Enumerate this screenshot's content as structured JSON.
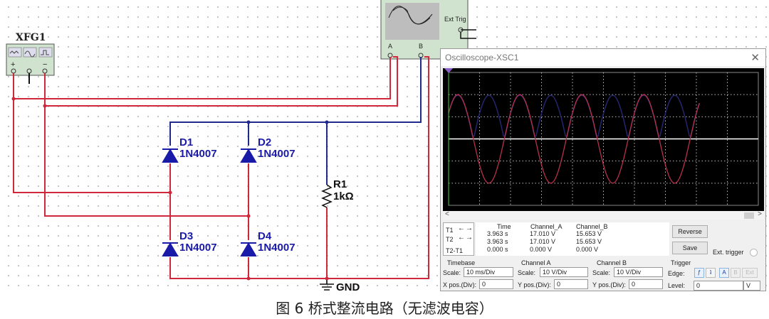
{
  "schematic": {
    "generator": {
      "name": "XFG1",
      "plus": "+",
      "minus": "−"
    },
    "diodes": [
      {
        "ref": "D1",
        "model": "1N4007"
      },
      {
        "ref": "D2",
        "model": "1N4007"
      },
      {
        "ref": "D3",
        "model": "1N4007"
      },
      {
        "ref": "D4",
        "model": "1N4007"
      }
    ],
    "resistor": {
      "ref": "R1",
      "value": "1kΩ"
    },
    "ground": "GND",
    "scope_icon": {
      "ext_trig": "Ext Trig",
      "a": "A",
      "b": "B"
    },
    "colors": {
      "wire_red": "#d0283a",
      "wire_blue": "#1f2a8c",
      "component": "#1a1aa8"
    }
  },
  "oscilloscope": {
    "title": "Oscilloscope-XSC1",
    "close": "✕",
    "traces": {
      "channel_a": {
        "shape": "sine",
        "peak_v": 20,
        "period_ms": 20,
        "color": "#b8304a"
      },
      "channel_b": {
        "shape": "full-wave rectified sine",
        "peak_v": 20,
        "period_ms": 20,
        "color": "#25256e"
      }
    },
    "cursors": {
      "rows": [
        "T1",
        "T2",
        "T2-T1"
      ],
      "headers": [
        "Time",
        "Channel_A",
        "Channel_B"
      ],
      "values": [
        [
          "3.963 s",
          "17.010 V",
          "15.653 V"
        ],
        [
          "3.963 s",
          "17.010 V",
          "15.653 V"
        ],
        [
          "0.000 s",
          "0.000 V",
          "0.000 V"
        ]
      ]
    },
    "buttons": {
      "reverse": "Reverse",
      "save": "Save"
    },
    "ext_trigger": "Ext. trigger",
    "timebase": {
      "title": "Timebase",
      "scale_label": "Scale:",
      "scale": "10 ms/Div",
      "pos_label": "X pos.(Div):",
      "pos": "0"
    },
    "channel_a": {
      "title": "Channel A",
      "scale_label": "Scale:",
      "scale": "10  V/Div",
      "pos_label": "Y pos.(Div):",
      "pos": "0"
    },
    "channel_b": {
      "title": "Channel B",
      "scale_label": "Scale:",
      "scale": "10  V/Div",
      "pos_label": "Y pos.(Div):",
      "pos": "0"
    },
    "trigger": {
      "title": "Trigger",
      "edge_label": "Edge:",
      "edge_buttons": [
        "ƒ",
        "ʇ",
        "A",
        "B",
        "Ext"
      ],
      "level_label": "Level:",
      "level": "0",
      "unit": "V"
    }
  },
  "caption": "图 6  桥式整流电路（无滤波电容）"
}
